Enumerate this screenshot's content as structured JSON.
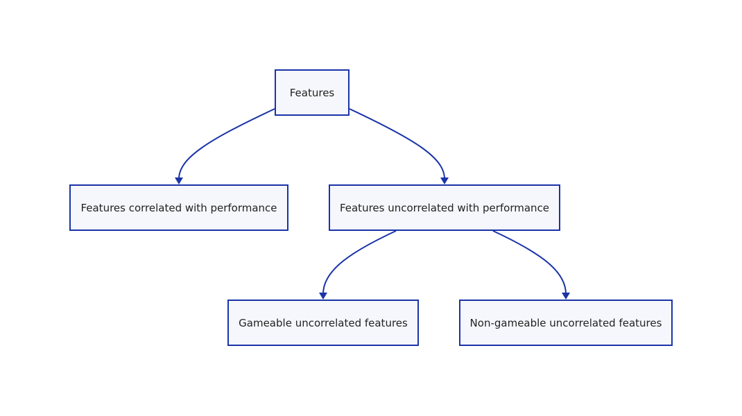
{
  "colors": {
    "node_border": "#1a33a8",
    "node_fill": "#f6f7fc",
    "edge": "#1a33a8",
    "text": "#222222"
  },
  "nodes": {
    "root": {
      "label": "Features"
    },
    "correlated": {
      "label": "Features correlated with performance"
    },
    "uncorrelated": {
      "label": "Features uncorrelated with performance"
    },
    "gameable": {
      "label": "Gameable uncorrelated features"
    },
    "non_gameable": {
      "label": "Non-gameable uncorrelated features"
    }
  },
  "edges": [
    {
      "from": "root",
      "to": "correlated"
    },
    {
      "from": "root",
      "to": "uncorrelated"
    },
    {
      "from": "uncorrelated",
      "to": "gameable"
    },
    {
      "from": "uncorrelated",
      "to": "non_gameable"
    }
  ]
}
